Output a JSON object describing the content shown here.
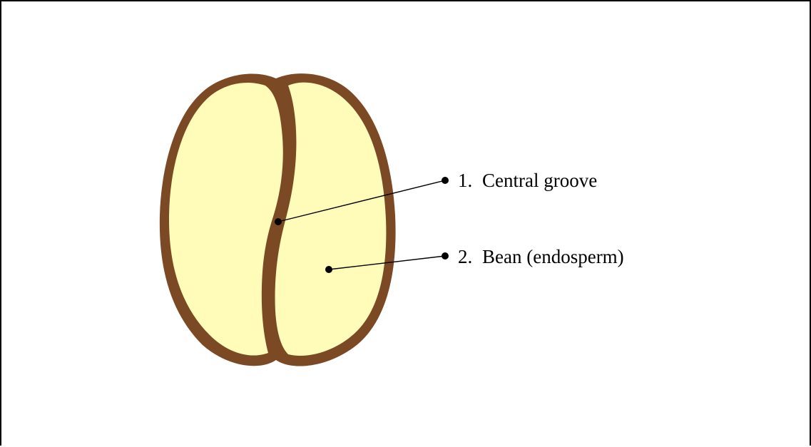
{
  "diagram": {
    "labels": [
      {
        "number": "1.",
        "text": "Central groove"
      },
      {
        "number": "2.",
        "text": "Bean (endosperm)"
      }
    ]
  },
  "colors": {
    "outline": "#7b4a24",
    "fill": "#fffbb8",
    "leader": "#000000",
    "frame": "#000000"
  }
}
